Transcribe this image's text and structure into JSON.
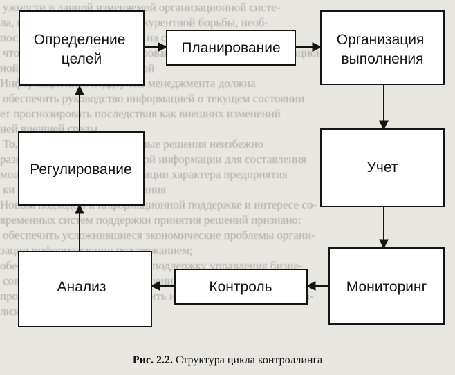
{
  "background_text": [
    "ужности в данной изменяемой организационной систе-",
    "ла, проблем, обострения конкурентной борьбы, необ-",
    "последних управления фирм на систему в целом и при",
    "что не управлять без формирования современной информацион-",
    "ной системы информационной",
    "Информационная поддержка менеджмента должна",
    "обеспечить руководство информацией о текущем состоянии",
    "ет прогнозировать последствия как внешних изменений",
    "ней внешней среды.",
    "То, что обоснованные и точные решения неизбежно",
    "разносторонней и достоверной информации для составления",
    "мощной и обоснованной позиции характера предприятия",
    "ки рационального планирования",
    "Новым подходом к информационной поддержке и интересе со-",
    "временных систем поддержки принятия решений признано:",
    "обеспечить усложнившиеся экономические проблемы органи-",
    "зации информационно поддержанием;",
    "обеспечить информационную поддержку управления бизне-",
    "совыми управленческими решениями;",
    "проконтролировать и проследить исполнение решений по реа-",
    "лизации функций управления"
  ],
  "nodes": {
    "goals": {
      "lines": [
        "Определение",
        "целей"
      ]
    },
    "planning": {
      "lines": [
        "Планирование"
      ]
    },
    "organization": {
      "lines": [
        "Организация",
        "выполнения"
      ]
    },
    "regulation": {
      "lines": [
        "Регулирование"
      ]
    },
    "accounting": {
      "lines": [
        "Учет"
      ]
    },
    "analysis": {
      "lines": [
        "Анализ"
      ]
    },
    "control": {
      "lines": [
        "Контроль"
      ]
    },
    "monitoring": {
      "lines": [
        "Мониторинг"
      ]
    }
  },
  "caption": {
    "number": "Рис. 2.2.",
    "text": "Структура цикла контроллинга"
  }
}
